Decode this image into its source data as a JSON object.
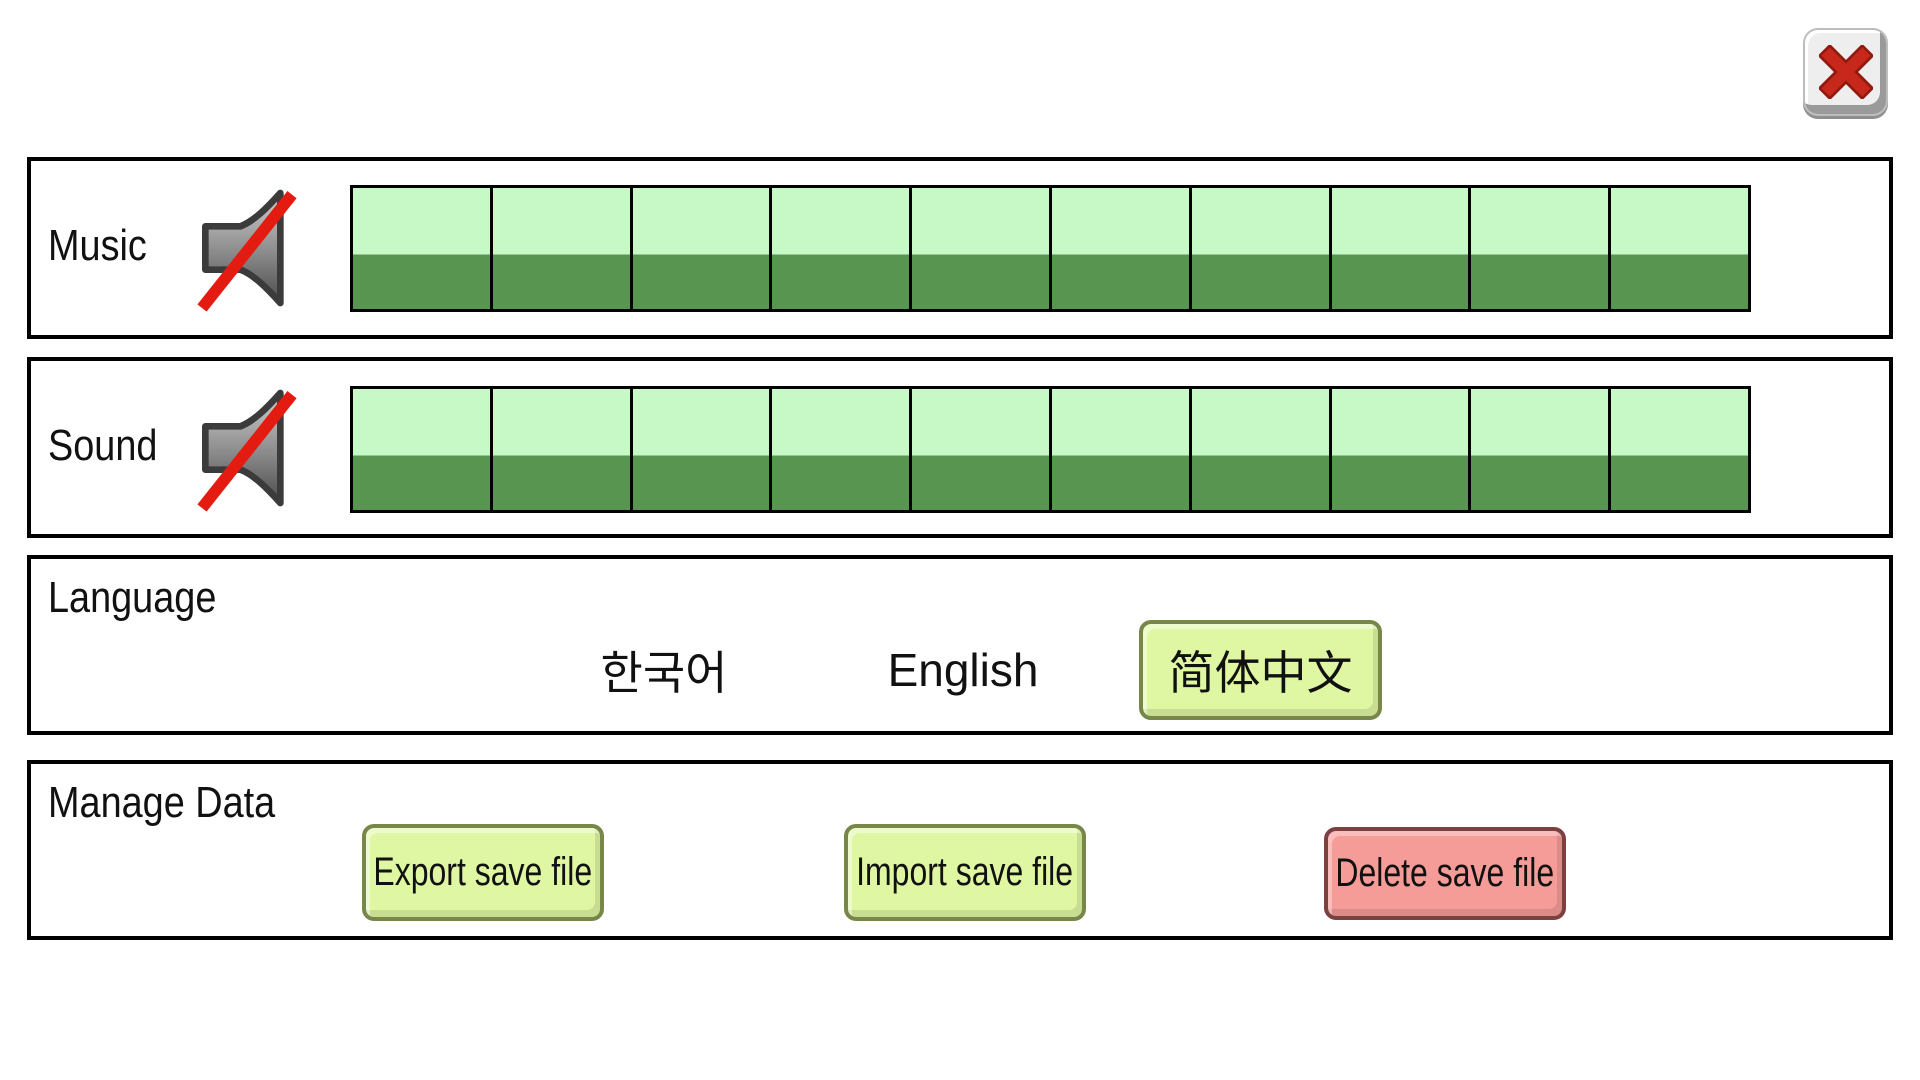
{
  "window": {
    "close_label": "close"
  },
  "music": {
    "label": "Music",
    "muted": true,
    "segments": 10,
    "value": 10
  },
  "sound": {
    "label": "Sound",
    "muted": true,
    "segments": 10,
    "value": 10
  },
  "language": {
    "label": "Language",
    "options": [
      {
        "label": "한국어",
        "selected": false
      },
      {
        "label": "English",
        "selected": false
      },
      {
        "label": "简体中文",
        "selected": true
      }
    ]
  },
  "manage_data": {
    "label": "Manage Data",
    "buttons": [
      {
        "label": "Export save file",
        "style": "green"
      },
      {
        "label": "Import save file",
        "style": "green"
      },
      {
        "label": "Delete save file",
        "style": "red"
      }
    ]
  },
  "colors": {
    "box_border": "#000000",
    "bar_light_green": "#c7f9c7",
    "bar_dark_green": "#579551",
    "button_green_bg": "#dff7a2",
    "button_green_border": "#77874a",
    "button_red_bg": "#f59c98",
    "button_red_border": "#7c4040",
    "slash_red": "#e41b10",
    "x_red": "#c8281c"
  }
}
